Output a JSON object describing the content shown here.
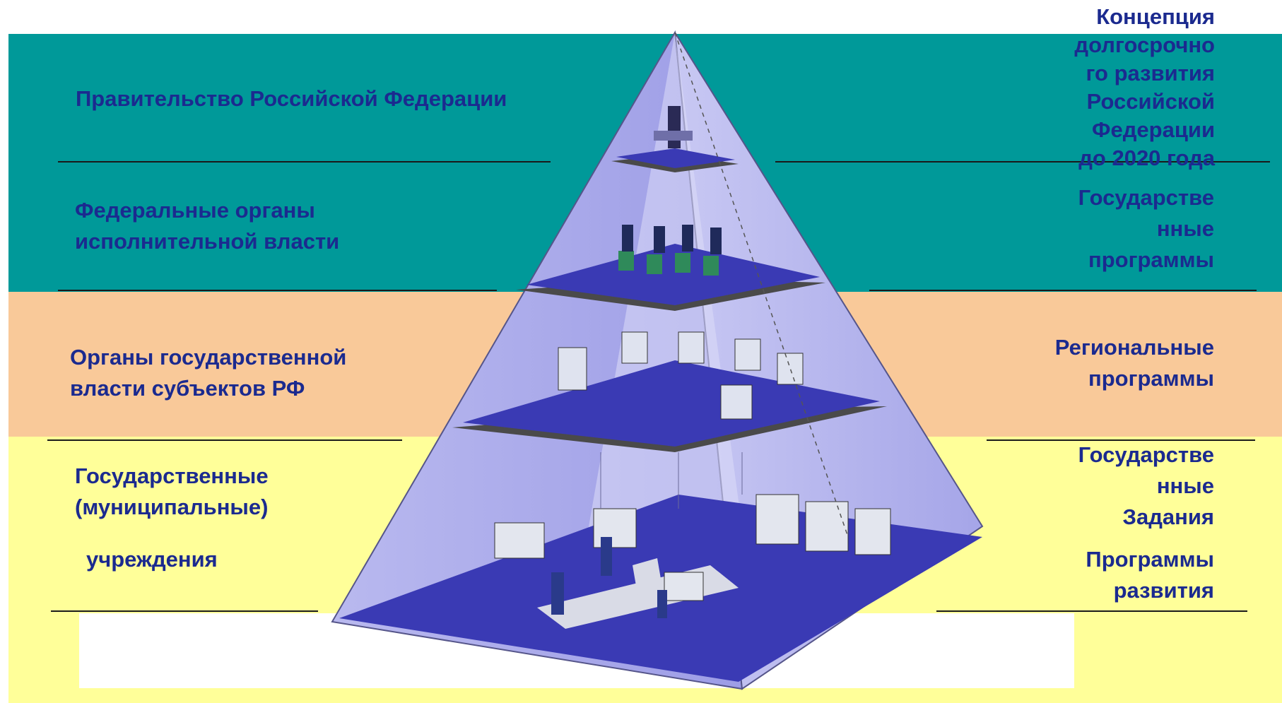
{
  "colors": {
    "band_top": "#009999",
    "band_middle": "#f9c999",
    "band_bottom": "#ffff99",
    "text": "#1b2a8f",
    "pyramid_face": "#a9a9ee",
    "pyramid_floor": "#3a3ab4",
    "slab": "#4a4a4a"
  },
  "left_levels": {
    "government": "Правительство Российской Федерации",
    "federal": "Федеральные органы\nисполнительной власти",
    "regional": "Органы государственной\nвласти субъектов РФ",
    "institutions": "Государственные\n(муниципальные)",
    "institutions_2": "учреждения"
  },
  "right_documents": {
    "concept": "Концепция\nдолгосрочно\nго развития\nРоссийской\nФедерации\nдо 2020 года",
    "state_programs": "Государстве\nнные\nпрограммы",
    "regional_programs": "Региональные\nпрограммы",
    "state_tasks": "Государстве\nнные\nЗадания",
    "development_programs": "Программы\nразвития"
  }
}
